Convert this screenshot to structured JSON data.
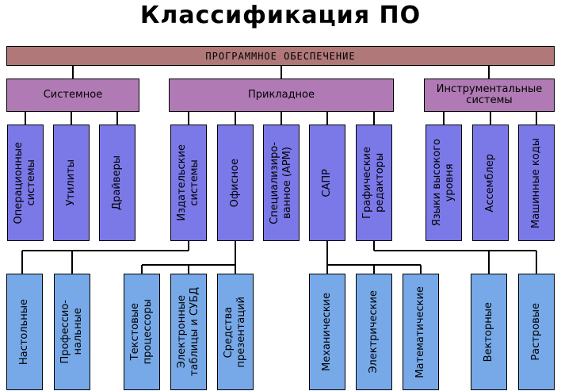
{
  "title": "Классификация ПО",
  "root": "ПРОГРАММНОЕ ОБЕСПЕЧЕНИЕ",
  "categories": [
    {
      "label": "Системное"
    },
    {
      "label": "Прикладное"
    },
    {
      "label": "Инструментальные\nсистемы"
    }
  ],
  "types": [
    {
      "label": "Операционные\nсистемы"
    },
    {
      "label": "Утилиты"
    },
    {
      "label": "Драйверы"
    },
    {
      "label": "Издательские\nсистемы"
    },
    {
      "label": "Офисное"
    },
    {
      "label": "Специализиро-\nванное (АРМ)"
    },
    {
      "label": "САПР"
    },
    {
      "label": "Графические\nредакторы"
    },
    {
      "label": "Языки высокого\nуровня"
    },
    {
      "label": "Ассемблер"
    },
    {
      "label": "Машинные коды"
    }
  ],
  "subtypes": [
    {
      "label": "Настольные"
    },
    {
      "label": "Професcио-\nнальные"
    },
    {
      "label": "Текстовые\nпроцессоры"
    },
    {
      "label": "Электронные\nтаблицы и СУБД"
    },
    {
      "label": "Средства\nпрезентаций"
    },
    {
      "label": "Механические"
    },
    {
      "label": "Электрические"
    },
    {
      "label": "Математические"
    },
    {
      "label": "Векторные"
    },
    {
      "label": "Растровые"
    }
  ],
  "colors": {
    "root": "#b07878",
    "category": "#b07ab4",
    "type": "#7b78e8",
    "subtype": "#77a9e8"
  }
}
